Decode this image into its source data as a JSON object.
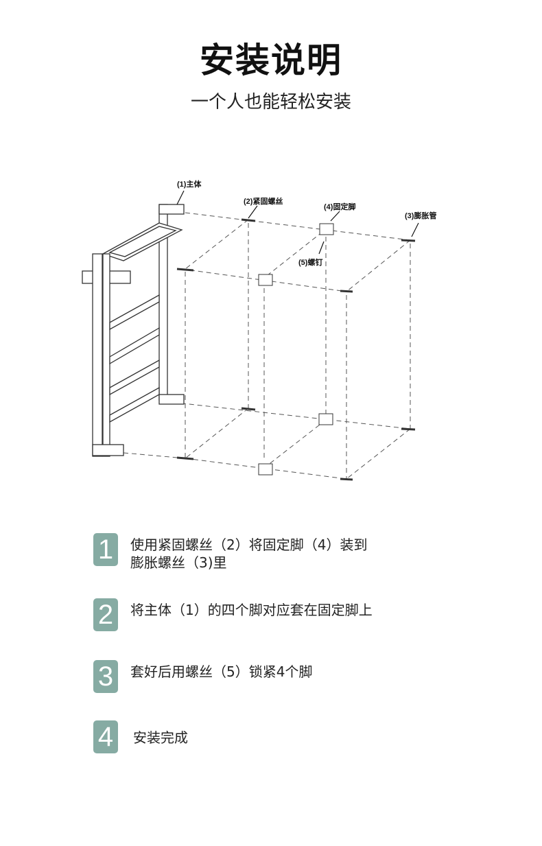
{
  "title": "安装说明",
  "subtitle": "一个人也能轻松安装",
  "diagram": {
    "labels": {
      "main_body": "(1)主体",
      "fastening_screw": "(2)紧固螺丝",
      "fixed_foot": "(4)固定脚",
      "expansion_tube": "(3)膨胀管",
      "screw": "(5)螺钉"
    }
  },
  "steps": [
    {
      "number": "1",
      "lines": [
        "使用紧固螺丝（2）将固定脚（4）装到",
        "膨胀螺丝（3)里"
      ]
    },
    {
      "number": "2",
      "lines": [
        "将主体（1）的四个脚对应套在固定脚上"
      ]
    },
    {
      "number": "3",
      "lines": [
        "套好后用螺丝（5）锁紧4个脚"
      ]
    },
    {
      "number": "4",
      "lines": [
        "安装完成"
      ]
    }
  ],
  "colors": {
    "badge": "#86aba3"
  }
}
